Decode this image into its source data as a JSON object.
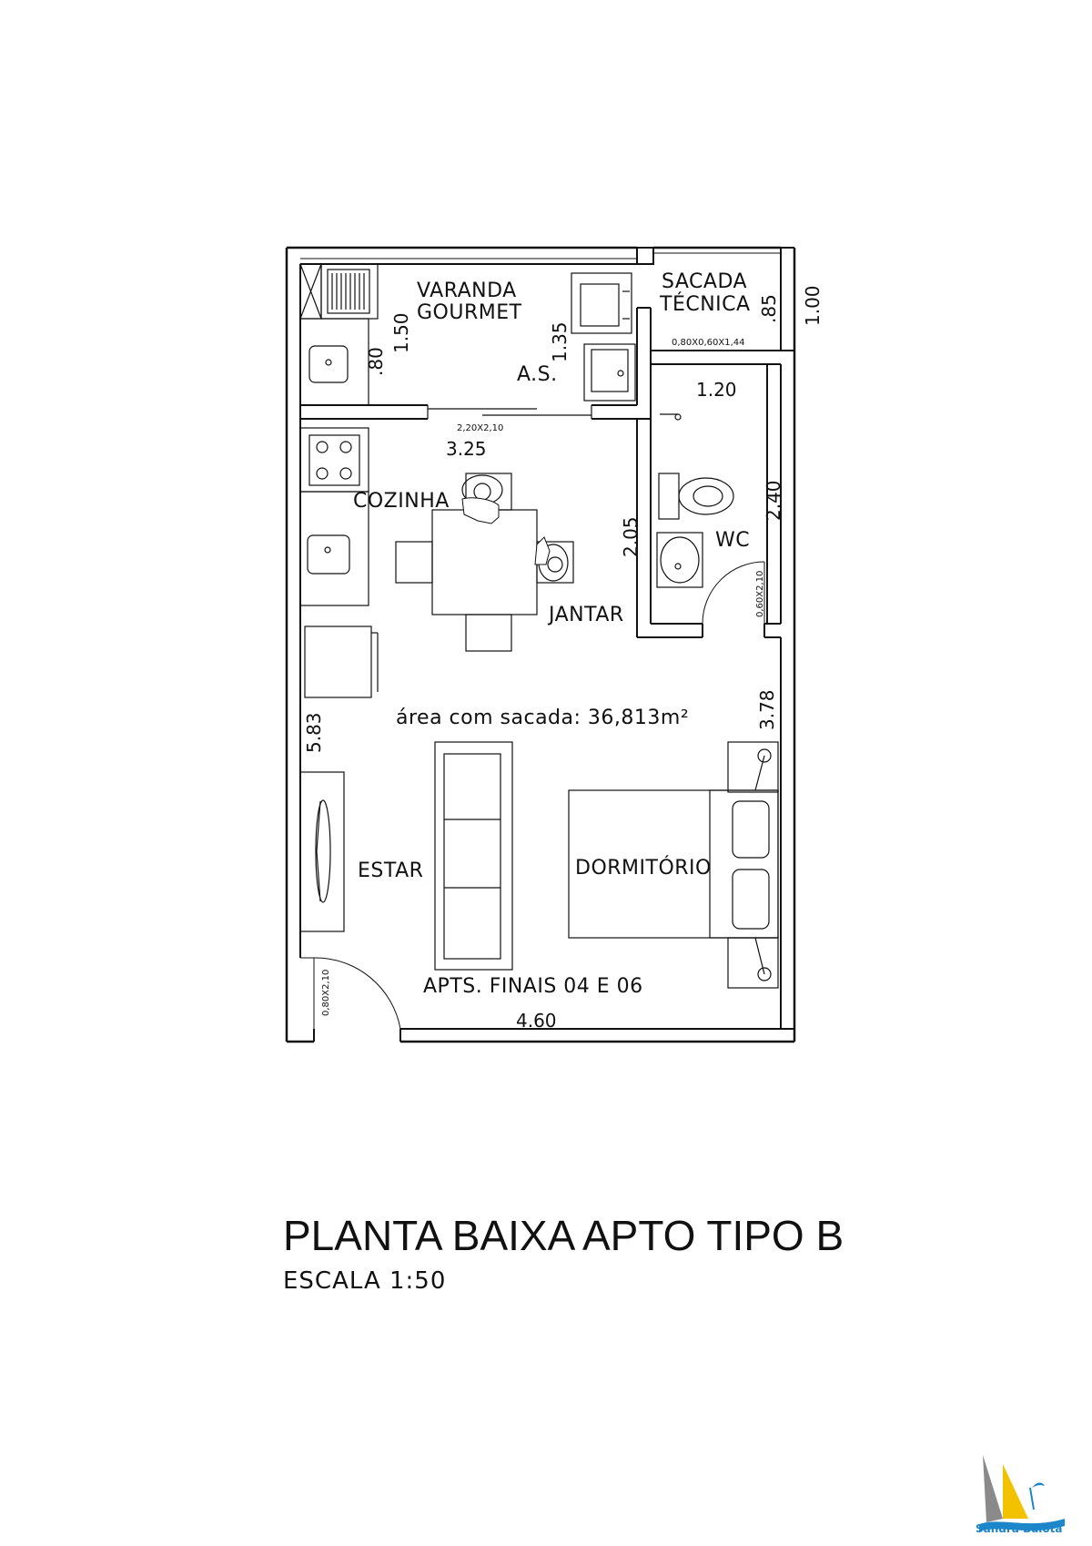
{
  "rooms": {
    "varanda_line1": "VARANDA",
    "varanda_line2": "GOURMET",
    "sacada_line1": "SACADA",
    "sacada_line2": "TÉCNICA",
    "area_servico": "A.S.",
    "cozinha": "COZINHA",
    "jantar": "JANTAR",
    "wc": "WC",
    "estar": "ESTAR",
    "dormitorio": "DORMITÓRIO"
  },
  "dimensions": {
    "d150": "1.50",
    "d80": ".80",
    "d135": "1.35",
    "d85": ".85",
    "d100": "1.00",
    "d120": "1.20",
    "d325": "3.25",
    "d205": "2.05",
    "d240": "2.40",
    "d583": "5.83",
    "d378": "3.78",
    "d460": "4.60"
  },
  "openings": {
    "window_tecnica": "0,80X0,60X1,44",
    "door_sliding": "2,20X2,10",
    "door_wc": "0,60X2,10",
    "door_entry": "0,80X2,10"
  },
  "annotations": {
    "area": "área com sacada: 36,813m²",
    "apts": "APTS. FINAIS 04 E 06"
  },
  "title": "PLANTA BAIXA APTO TIPO B",
  "scale": "ESCALA 1:50",
  "brand": {
    "name": "Sandra Balota",
    "colors": {
      "blue": "#1d86c9",
      "yellow": "#f2c200",
      "gray": "#8a8a8a"
    }
  }
}
